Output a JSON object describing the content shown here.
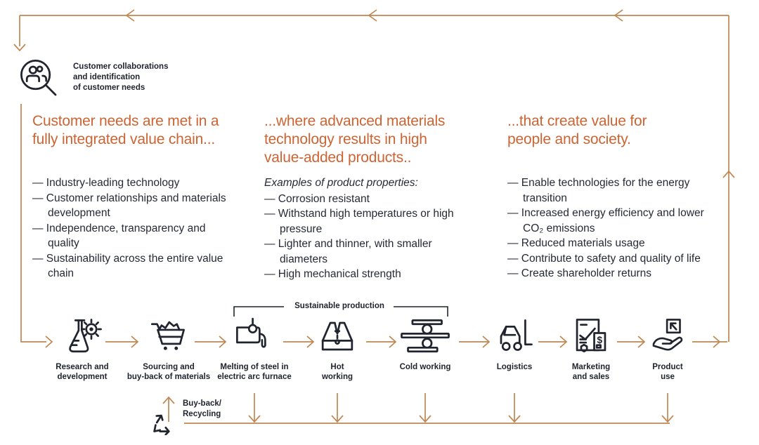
{
  "colors": {
    "accent_orange": "#cc6433",
    "arrow_copper": "#bf8752",
    "icon_ink": "#20242e",
    "text": "#252a35",
    "background": "#ffffff"
  },
  "customer_callout": {
    "icon": "magnifier-people-icon",
    "text": "Customer collaborations\nand identification\nof customer needs"
  },
  "columns": [
    {
      "heading": "Customer needs are met in a\nfully integrated value chain...",
      "items": [
        "— Industry-leading technology",
        "— Customer relationships and materials\ndevelopment",
        "— Independence, transparency and\nquality",
        "— Sustainability across the entire value\nchain"
      ]
    },
    {
      "heading": "...where advanced materials\ntechnology results in high\nvalue-added products..",
      "intro": "Examples of product properties:",
      "items": [
        "— Corrosion resistant",
        "— Withstand high temperatures or high\npressure",
        "— Lighter and thinner, with smaller\ndiameters",
        "— High mechanical strength"
      ]
    },
    {
      "heading": "...that create value for\npeople and society.",
      "items": [
        "— Enable technologies for the energy\ntransition",
        "— Increased energy efficiency and lower\nCO₂ emissions",
        "— Reduced materials usage",
        "— Contribute to safety and quality of life",
        "— Create shareholder returns"
      ]
    }
  ],
  "process": {
    "bracket_label": "Sustainable production",
    "steps": [
      {
        "label": "Research and\ndevelopment",
        "icon": "flask-gear-icon"
      },
      {
        "label": "Sourcing and\nbuy-back of materials",
        "icon": "cart-icon"
      },
      {
        "label": "Melting of steel in\nelectric arc furnace",
        "icon": "furnace-icon"
      },
      {
        "label": "Hot\nworking",
        "icon": "hot-working-die-icon"
      },
      {
        "label": "Cold working",
        "icon": "rolling-mill-icon"
      },
      {
        "label": "Logistics",
        "icon": "forklift-icon"
      },
      {
        "label": "Marketing\nand sales",
        "icon": "sales-document-icon"
      },
      {
        "label": "Product\nuse",
        "icon": "hand-box-icon"
      }
    ],
    "recycle_label": "Buy-back/\nRecycling",
    "recycle_icon": "recycle-icon"
  }
}
